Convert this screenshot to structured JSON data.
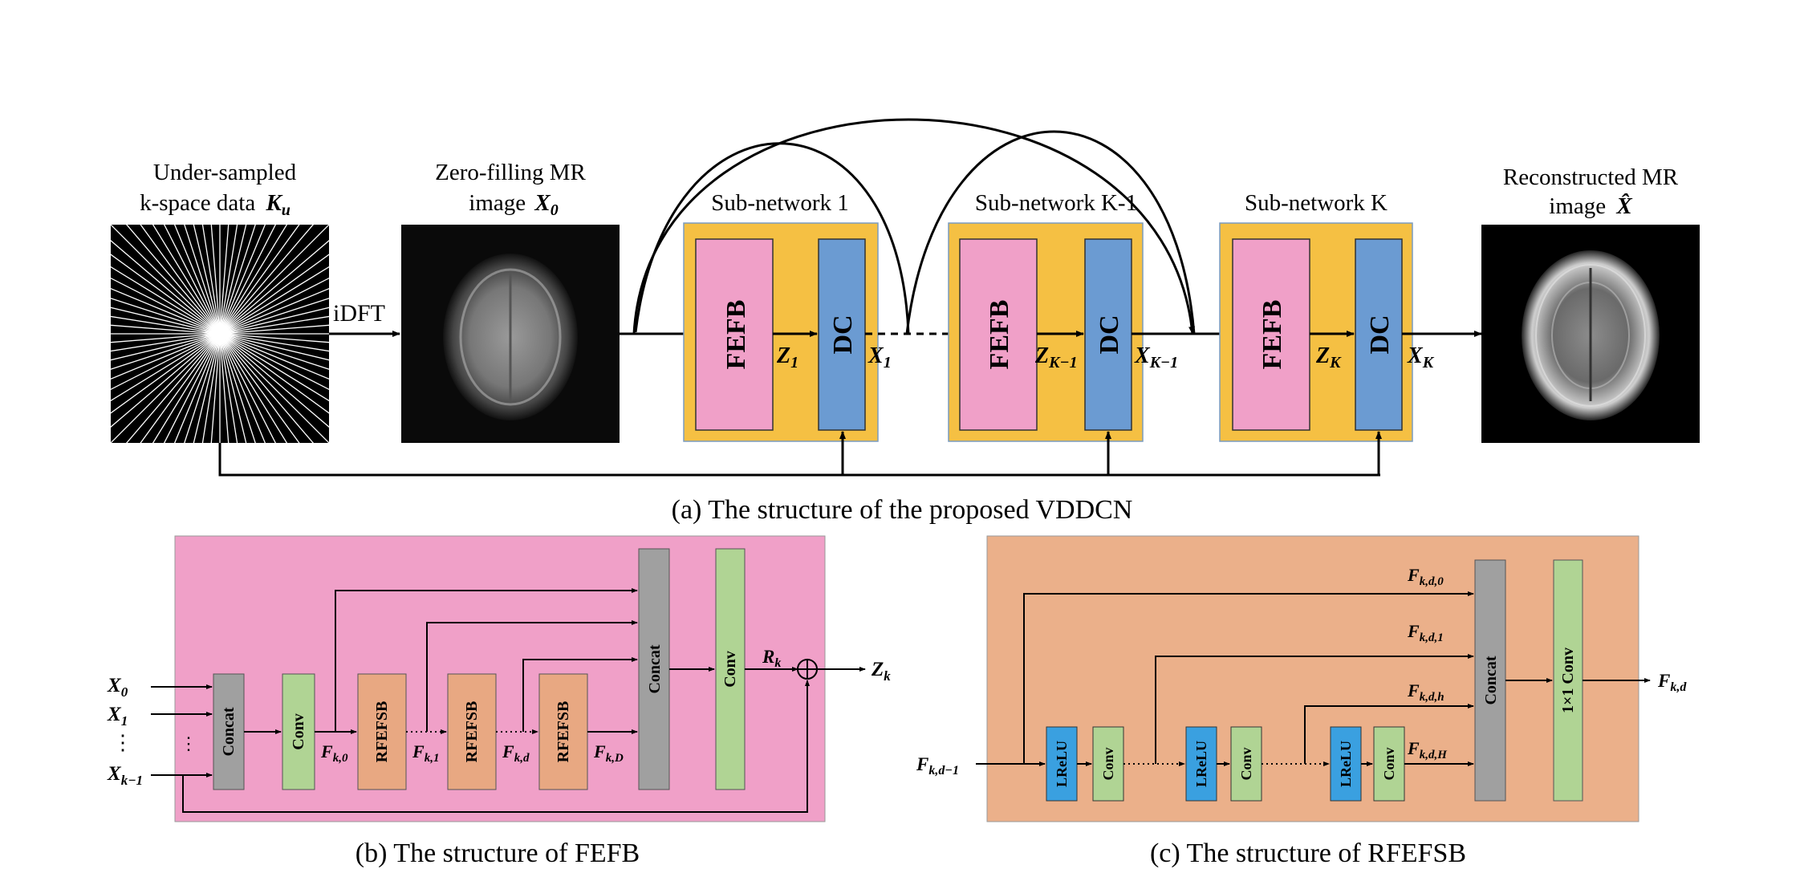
{
  "colors": {
    "sub_network_bg": "#f5c043",
    "fefb_block": "#f0a0c8",
    "dc_block": "#6b9bd2",
    "fefb_panel_bg": "#f0a0c8",
    "rfefsb_block": "#e8a882",
    "concat_block": "#a0a0a0",
    "conv_block": "#b0d494",
    "rfefsb_panel_bg": "#ebb08a",
    "lrelu_block": "#3aa0e0"
  },
  "panel_a": {
    "input_label_line1": "Under-sampled",
    "input_label_line2": "k-space data",
    "input_label_var": "K",
    "input_label_sub": "u",
    "idft_label": "iDFT",
    "zero_fill_label_line1": "Zero-filling MR",
    "zero_fill_label_line2": "image",
    "zero_fill_var": "X",
    "zero_fill_sub": "0",
    "output_label_line1": "Reconstructed MR",
    "output_label_line2": "image",
    "output_var": "X̂",
    "sub_networks": [
      {
        "title": "Sub-network 1",
        "fefb": "FEFB",
        "dc": "DC",
        "z_var": "Z",
        "z_sub": "1",
        "x_var": "X",
        "x_sub": "1"
      },
      {
        "title": "Sub-network K-1",
        "fefb": "FEFB",
        "dc": "DC",
        "z_var": "Z",
        "z_sub": "K−1",
        "x_var": "X",
        "x_sub": "K−1"
      },
      {
        "title": "Sub-network K",
        "fefb": "FEFB",
        "dc": "DC",
        "z_var": "Z",
        "z_sub": "K",
        "x_var": "X",
        "x_sub": "K"
      }
    ],
    "caption": "(a) The structure of the proposed VDDCN"
  },
  "panel_b": {
    "inputs": [
      {
        "var": "X",
        "sub": "0"
      },
      {
        "var": "X",
        "sub": "1"
      },
      {
        "var": "X",
        "sub": "k−1"
      }
    ],
    "vdots": "⋮",
    "concat_label": "Concat",
    "conv_label": "Conv",
    "rfefsb_label": "RFEFSB",
    "f_labels": [
      {
        "var": "F",
        "sub": "k,0"
      },
      {
        "var": "F",
        "sub": "k,1"
      },
      {
        "var": "F",
        "sub": "k,d"
      },
      {
        "var": "F",
        "sub": "k,D"
      }
    ],
    "concat2_label": "Concat",
    "conv2_label": "Conv",
    "r_var": "R",
    "r_sub": "k",
    "z_var": "Z",
    "z_sub": "k",
    "caption": "(b) The structure of FEFB"
  },
  "panel_c": {
    "input": {
      "var": "F",
      "sub": "k,d−1"
    },
    "lrelu_label": "LReLU",
    "conv_label": "Conv",
    "f_labels": [
      {
        "var": "F",
        "sub": "k,d,0"
      },
      {
        "var": "F",
        "sub": "k,d,1"
      },
      {
        "var": "F",
        "sub": "k,d,h"
      },
      {
        "var": "F",
        "sub": "k,d,H"
      }
    ],
    "concat_label": "Concat",
    "conv1x1_label": "1×1  Conv",
    "output": {
      "var": "F",
      "sub": "k,d"
    },
    "caption": "(c) The structure of RFEFSB"
  }
}
